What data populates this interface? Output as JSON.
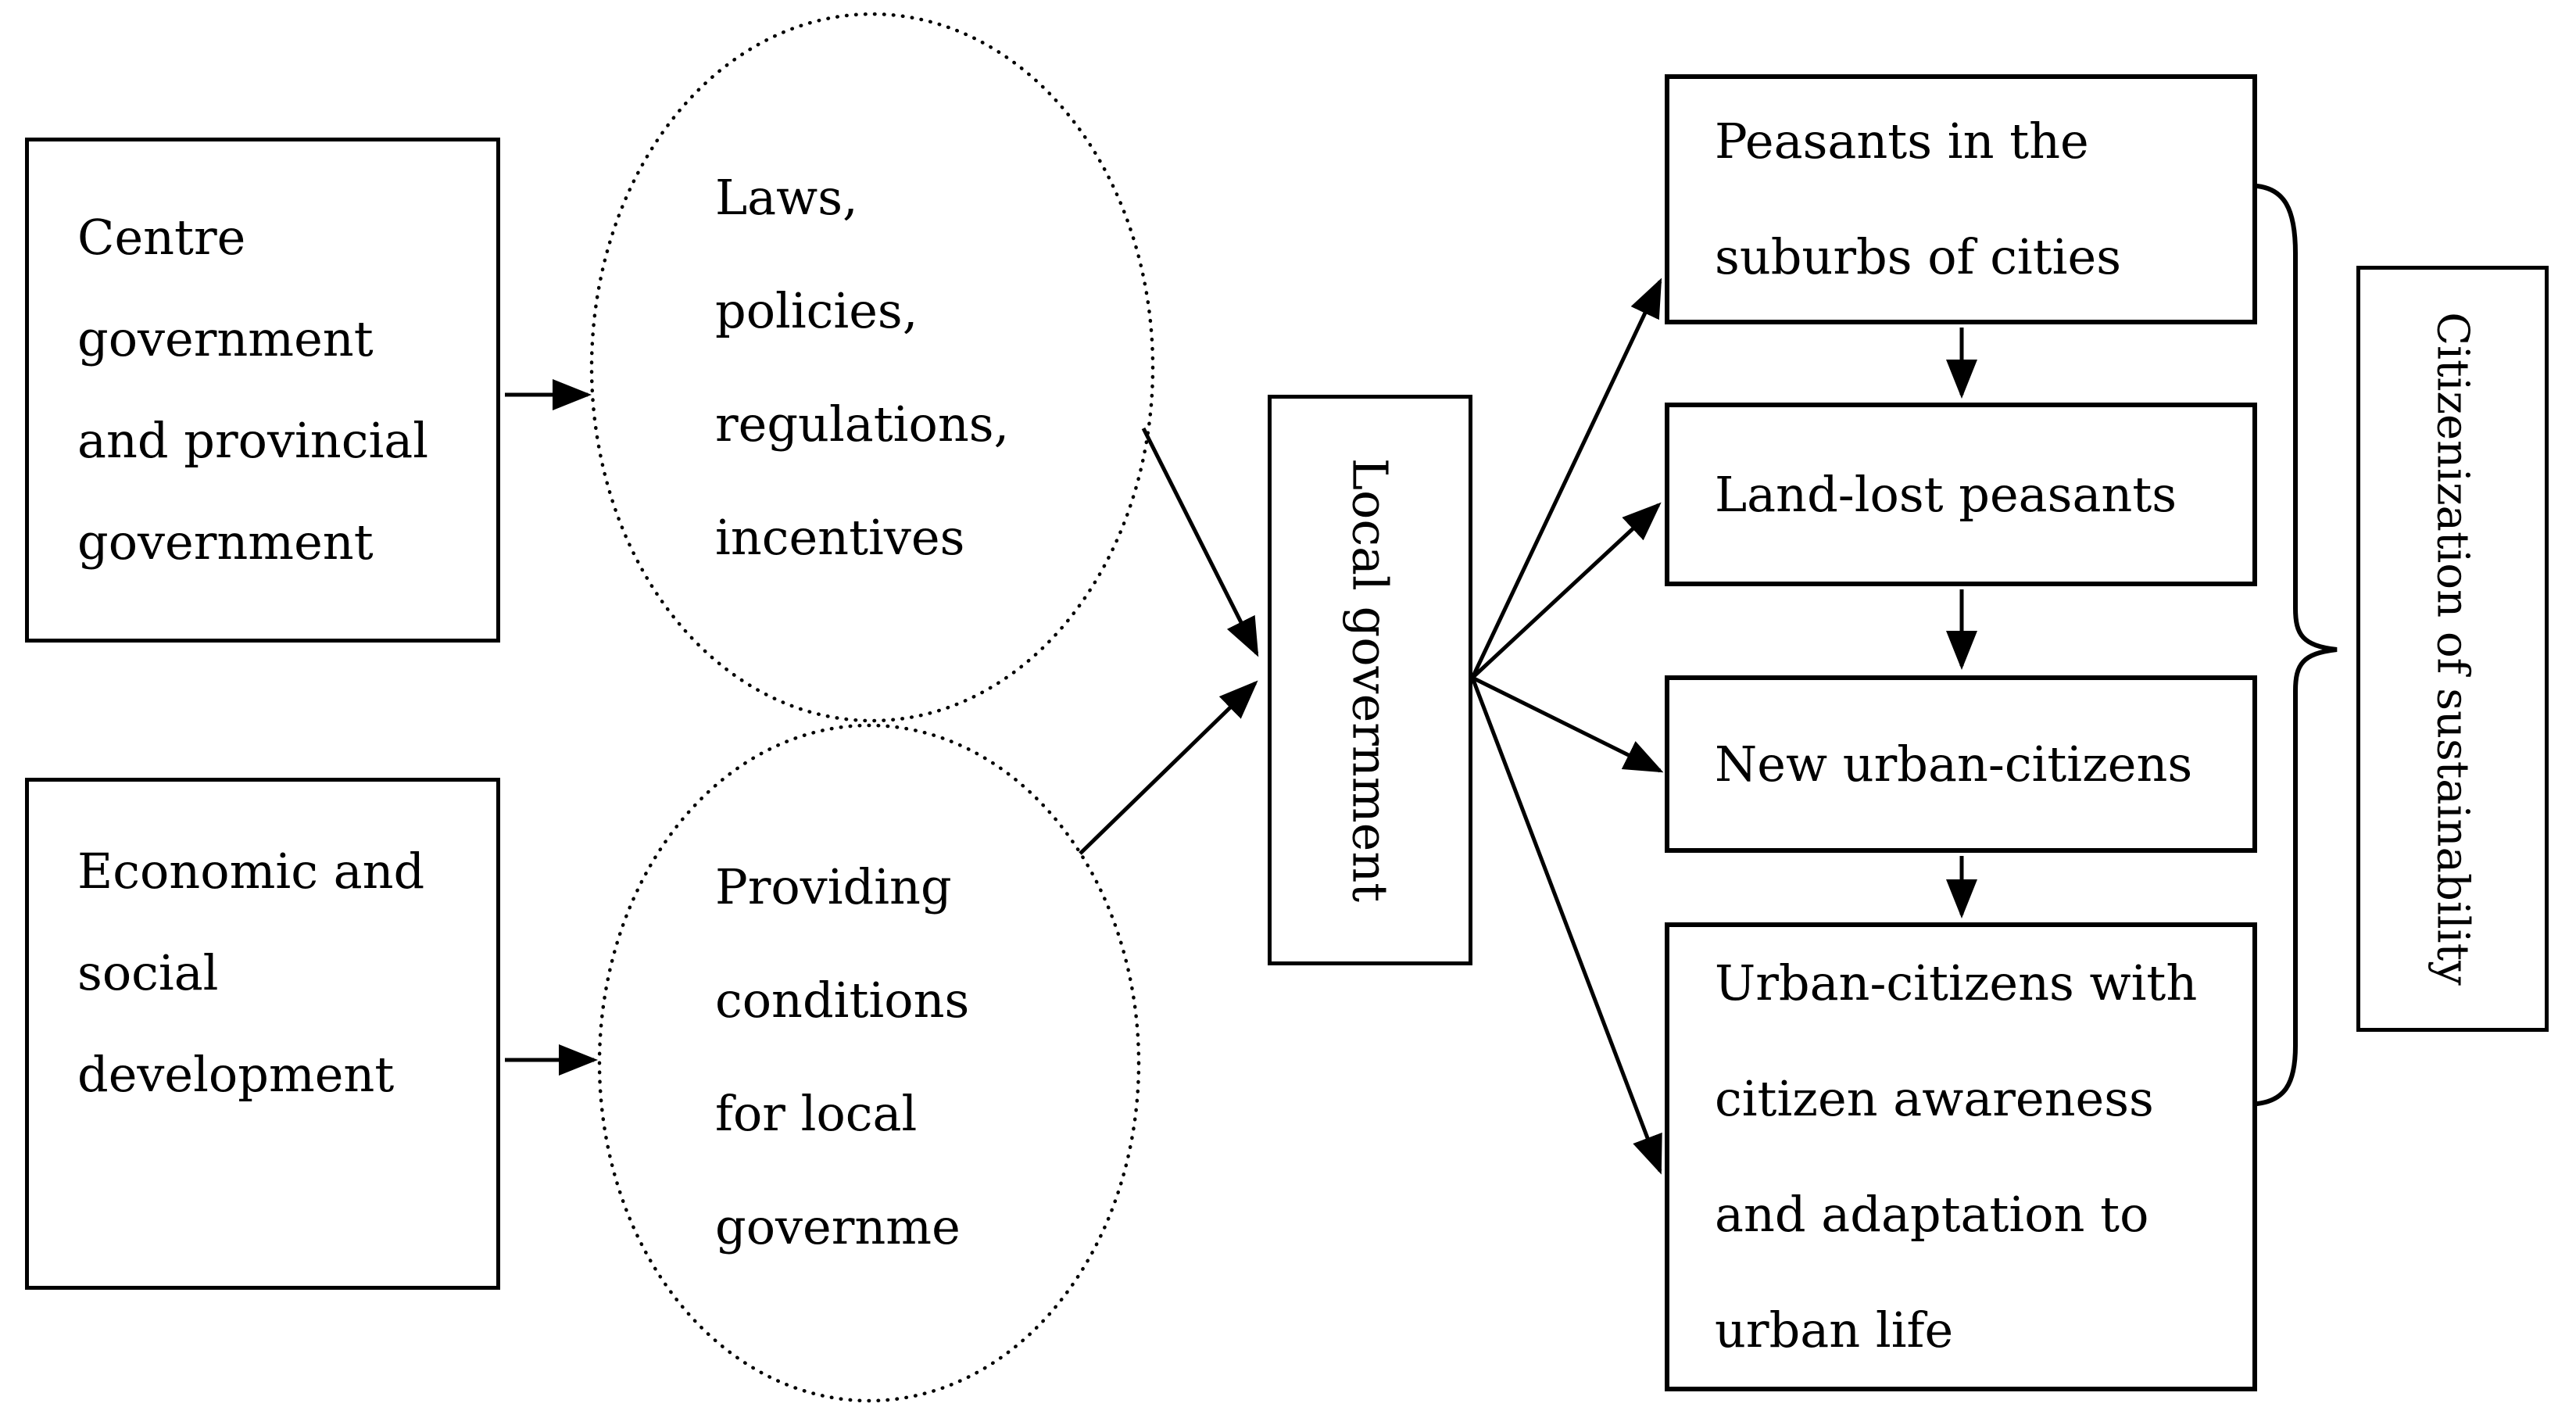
{
  "canvas": {
    "background": "#ffffff",
    "ink": "#000000"
  },
  "nodes": {
    "centre_gov": {
      "lines": [
        "Centre",
        "government",
        "and provincial",
        "government"
      ]
    },
    "econ_soc": {
      "lines": [
        "Economic and",
        "social",
        "development"
      ]
    },
    "laws": {
      "lines": [
        "Laws,",
        "policies,",
        "regulations,",
        "incentives"
      ]
    },
    "providing": {
      "lines": [
        "Providing",
        "conditions",
        "for local",
        "governme"
      ]
    },
    "local_gov": {
      "label": "Local government"
    },
    "peasants": {
      "lines": [
        "Peasants in the",
        "suburbs of cities"
      ]
    },
    "land_lost": {
      "label": "Land-lost peasants"
    },
    "new_urban": {
      "label": "New urban-citizens"
    },
    "urban_awareness": {
      "lines": [
        "Urban-citizens with",
        "citizen awareness",
        "and adaptation to",
        "urban life"
      ]
    },
    "citizenization": {
      "label": "Citizenization of sustainability"
    }
  },
  "edges": [
    {
      "from": "centre_gov",
      "to": "laws",
      "style": "arrow"
    },
    {
      "from": "econ_soc",
      "to": "providing",
      "style": "arrow"
    },
    {
      "from": "laws",
      "to": "local_gov",
      "style": "arrow"
    },
    {
      "from": "providing",
      "to": "local_gov",
      "style": "arrow"
    },
    {
      "from": "local_gov",
      "to": "peasants",
      "style": "arrow"
    },
    {
      "from": "local_gov",
      "to": "land_lost",
      "style": "arrow"
    },
    {
      "from": "local_gov",
      "to": "new_urban",
      "style": "arrow"
    },
    {
      "from": "local_gov",
      "to": "urban_awareness",
      "style": "arrow"
    },
    {
      "from": "peasants",
      "to": "land_lost",
      "style": "arrow"
    },
    {
      "from": "land_lost",
      "to": "new_urban",
      "style": "arrow"
    },
    {
      "from": "new_urban",
      "to": "urban_awareness",
      "style": "arrow"
    },
    {
      "from": "peasants, land_lost, new_urban, urban_awareness",
      "to": "citizenization",
      "style": "brace"
    }
  ]
}
